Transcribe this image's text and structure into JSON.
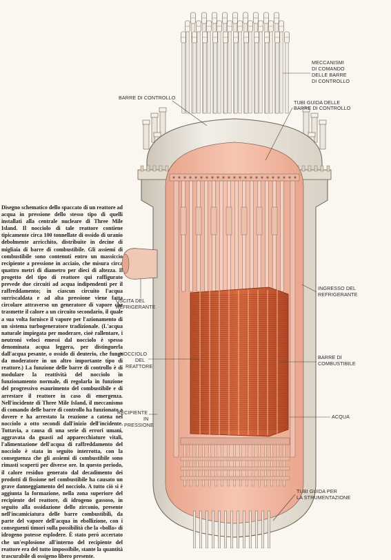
{
  "caption": "Disegno schematico dello spaccato di un reattore ad acqua in pressione dello stesso tipo di quelli installati alla centrale nucleare di Three Mile Island. Il nocciolo di tale reattore contiene tipicamente circa 100 tonnellate di ossido di uranio debolmente arricchito, distribuite in decine di migliaia di barre di combustibile. Gli assiemi di combustibile sono contenuti entro un massiccio recipiente a pressione in acciaio, che misura circa quattro metri di diametro per dieci di altezza. Il progetto del tipo di reattore qui raffigurato prevede due circuiti ad acqua indipendenti per il raffreddamento; in ciascun circuito l'acqua surriscaldata e ad alta pressione viene fatta circolare attraverso un generatore di vapore che trasmette il calore a un circuito secondario, il quale a sua volta fornisce il vapore per l'azionamento di un sistema turbogeneratore tradizionale. (L'acqua naturale impiegata per moderare, cioè rallentare, i neutroni veloci emessi dal nocciolo è spesso denominata acqua leggera, per distinguerla dall'acqua pesante, o ossido di deuterio, che funge da moderatore in un altro importante tipo di reattore.) La funzione delle barre di controllo è di modulare la reattività del nocciolo in funzionamento normale, di regolarla in funzione del progressivo esaurimento del combustibile e di arrestare il reattore in caso di emergenza. Nell'incidente di Three Mile Island, il meccanismo di comando delle barre di controllo ha funzionato a dovere e ha arrestato la reazione a catena nel nocciolo a otto secondi dall'inizio dell'incidente. Tuttavia, a causa di una serie di errori umani, aggravata da guasti ad apparecchiature vitali, l'alimentazione dell'acqua di raffreddamento del nocciolo è stata in seguito interrotta, con la conseguenza che gli assiemi di combustibile sono rimasti scoperti per diverse ore. In questo periodo, il calore residuo generato dal decadimento dei prodotti di fissione nel combustibile ha causato un grave danneggiamento del nocciolo. A tutto ciò si è aggiunta la formazione, nella zona superiore del recipiente del reattore, di idrogeno gassoso, in seguito alla ossidazione dello zirconio, presente nell'incamiciatura delle barre combustibili, da parte del vapore dell'acqua in ebollizione, con i conseguenti timori sulla possibilità che la «bolla» di idrogeno potesse esplodere. È stato però accertato che un'esplosione all'interno del recipiente del reattore era del tutto impossibile, stante la quantità trascurabile di ossigeno libero presente.",
  "labels": {
    "mechanisms": [
      "MECCANISMI",
      "DI COMANDO",
      "DELLE BARRE",
      "DI CONTROLLO"
    ],
    "control_rods": [
      "BARRE DI CONTROLLO"
    ],
    "guide_tubes": [
      "TUBI GUIDA DELLE",
      "BARRE DI CONTROLLO"
    ],
    "coolant_outlet": [
      "USCITA DEL",
      "REFRIGERANTE"
    ],
    "coolant_inlet": [
      "INGRESSO DEL",
      "REFRIGERANTE"
    ],
    "core": [
      "NOCCIOLO",
      "DEL",
      "REATTORE"
    ],
    "fuel_rods": [
      "BARRE DI",
      "COMBUSTIBILE"
    ],
    "vessel": [
      "RECIPIENTE",
      "IN",
      "PRESSIONE"
    ],
    "water": [
      "ACQUA"
    ],
    "instrument_tubes": [
      "TUBI GUIDA PER",
      "LA STRUMENTAZIONE"
    ]
  },
  "colors": {
    "vessel_wall": "#ece7dd",
    "vessel_shadow": "#c9c2b4",
    "coolant_water": "#f2b8a2",
    "fuel_assembly": "#c8592f",
    "fuel_rod_line": "#8f2f13",
    "outline": "#6b5f52"
  }
}
